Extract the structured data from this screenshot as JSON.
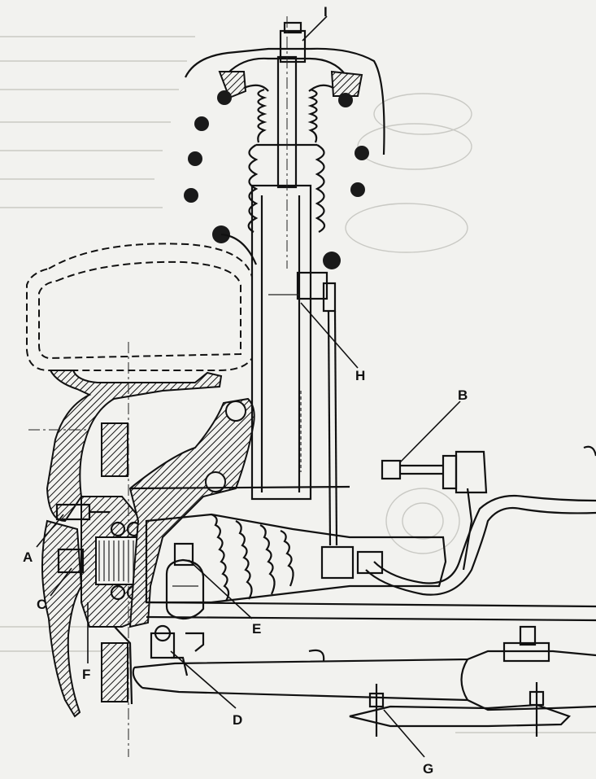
{
  "labels": {
    "A": "A",
    "B": "B",
    "C": "C",
    "D": "D",
    "E": "E",
    "F": "F",
    "G": "G",
    "H": "H",
    "I": "I"
  },
  "colors": {
    "ink": "#111111",
    "paper": "#f2f2ef",
    "ghost": "#c9c9c4"
  }
}
